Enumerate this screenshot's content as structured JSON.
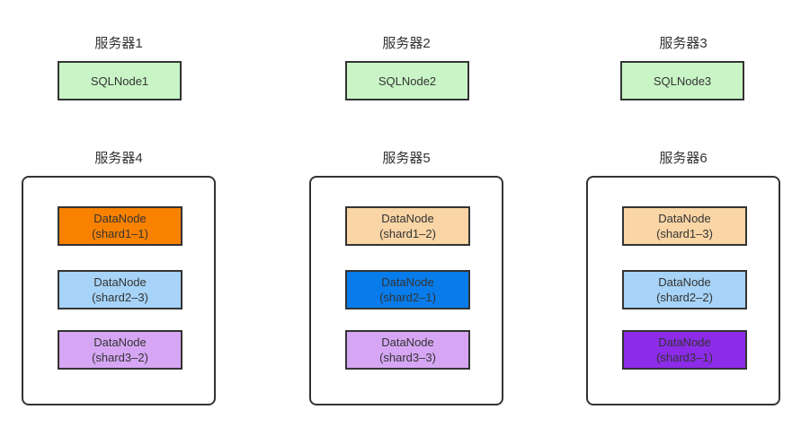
{
  "diagram": {
    "background": "#ffffff",
    "border_color": "#333333",
    "text_color": "#333333",
    "legend_colors": {
      "sql_node": "#c9f5c6",
      "shard1_primary": "#f88200",
      "shard1_replica": "#fad5a5",
      "shard2_primary": "#087ceb",
      "shard2_replica": "#a6d3f7",
      "shard3_primary": "#8c2be8",
      "shard3_replica": "#d6a6f4"
    }
  },
  "sql_servers": [
    {
      "label": "服务器1",
      "node_label": "SQLNode1",
      "bg": "#c9f5c6"
    },
    {
      "label": "服务器2",
      "node_label": "SQLNode2",
      "bg": "#c9f5c6"
    },
    {
      "label": "服务器3",
      "node_label": "SQLNode3",
      "bg": "#c9f5c6"
    }
  ],
  "data_servers": [
    {
      "label": "服务器4",
      "nodes": [
        {
          "name": "DataNode",
          "shard": "(shard1–1)",
          "bg": "#f88200"
        },
        {
          "name": "DataNode",
          "shard": "(shard2–3)",
          "bg": "#a6d3f7"
        },
        {
          "name": "DataNode",
          "shard": "(shard3–2)",
          "bg": "#d6a6f4"
        }
      ]
    },
    {
      "label": "服务器5",
      "nodes": [
        {
          "name": "DataNode",
          "shard": "(shard1–2)",
          "bg": "#fad5a5"
        },
        {
          "name": "DataNode",
          "shard": "(shard2–1)",
          "bg": "#087ceb"
        },
        {
          "name": "DataNode",
          "shard": "(shard3–3)",
          "bg": "#d6a6f4"
        }
      ]
    },
    {
      "label": "服务器6",
      "nodes": [
        {
          "name": "DataNode",
          "shard": "(shard1–3)",
          "bg": "#fad5a5"
        },
        {
          "name": "DataNode",
          "shard": "(shard2–2)",
          "bg": "#a6d3f7"
        },
        {
          "name": "DataNode",
          "shard": "(shard3–1)",
          "bg": "#8c2be8"
        }
      ]
    }
  ]
}
